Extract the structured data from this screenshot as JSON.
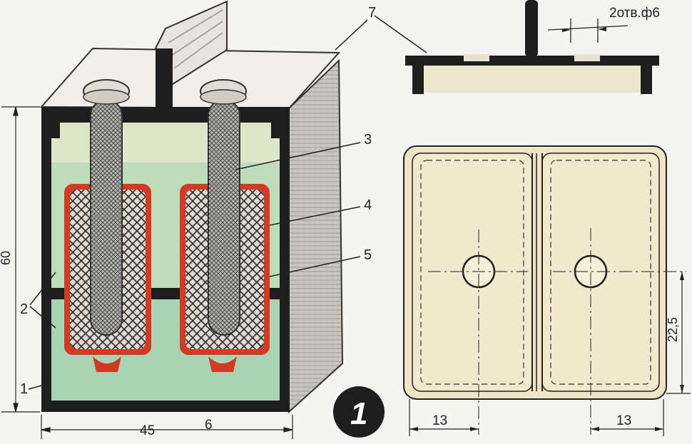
{
  "labels": {
    "l1": "1",
    "l2": "2",
    "l3": "3",
    "l4": "4",
    "l5": "5",
    "l7": "7"
  },
  "dims": {
    "height_60": "60",
    "width_45": "45",
    "thickness_6": "6",
    "holes": "2отв.ф6",
    "left_13": "13",
    "right_13": "13",
    "height_22_5": "22,5"
  },
  "figure_number": "1",
  "colors": {
    "background": "#f4f4f2",
    "case_wall": "#1e1e1e",
    "electrolyte": "#a9d4b4",
    "upper_fill": "#dce7c9",
    "bag_red": "#d23a22",
    "lid_beige": "#ece6cc",
    "plate_beige": "#efe4c6"
  }
}
